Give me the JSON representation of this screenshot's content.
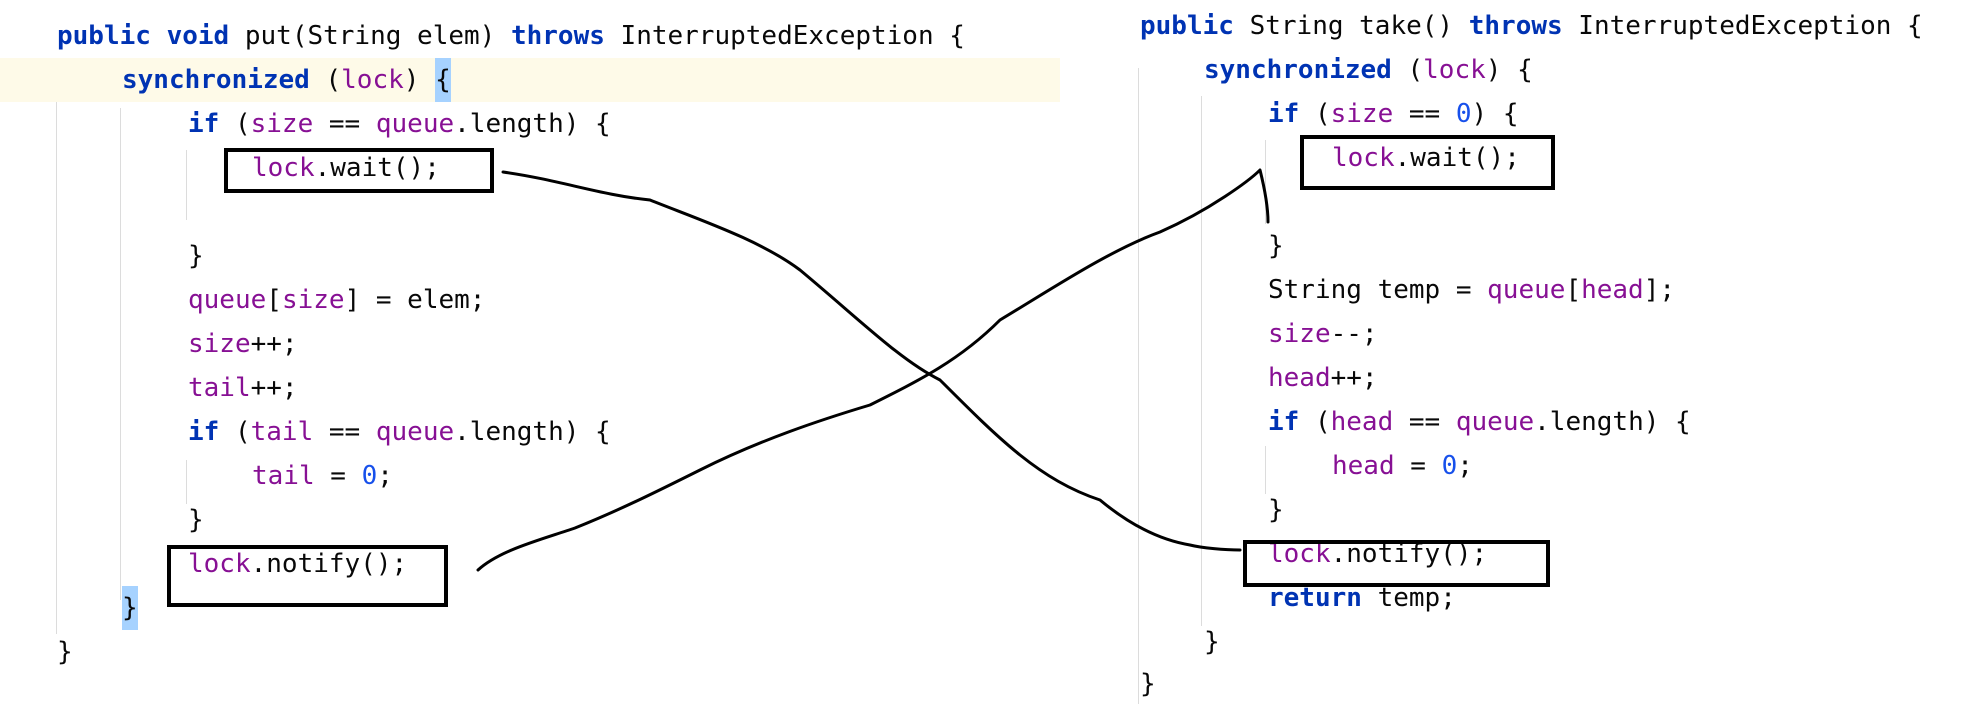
{
  "editor": {
    "colors": {
      "keyword": "#0033b3",
      "field": "#871094",
      "number": "#1750eb",
      "text": "#080808",
      "current_line": "#fefae8",
      "brace_match": "#a6d2ff"
    },
    "left_method": {
      "lines": [
        {
          "tokens": [
            {
              "t": "public",
              "k": "kw"
            },
            {
              "t": " ",
              "k": "plain"
            },
            {
              "t": "void",
              "k": "kw"
            },
            {
              "t": " put(String elem) ",
              "k": "plain"
            },
            {
              "t": "throws",
              "k": "kw"
            },
            {
              "t": " InterruptedException {",
              "k": "plain"
            }
          ]
        },
        {
          "tokens": [
            {
              "t": "synchronized",
              "k": "kw"
            },
            {
              "t": " (",
              "k": "plain"
            },
            {
              "t": "lock",
              "k": "fld"
            },
            {
              "t": ") ",
              "k": "plain"
            },
            {
              "t": "{",
              "k": "brace"
            }
          ]
        },
        {
          "tokens": [
            {
              "t": "if",
              "k": "kw"
            },
            {
              "t": " (",
              "k": "plain"
            },
            {
              "t": "size",
              "k": "fld"
            },
            {
              "t": " == ",
              "k": "plain"
            },
            {
              "t": "queue",
              "k": "fld"
            },
            {
              "t": ".length) {",
              "k": "plain"
            }
          ]
        },
        {
          "tokens": [
            {
              "t": "lock",
              "k": "fld"
            },
            {
              "t": ".wait();",
              "k": "plain"
            }
          ]
        },
        {
          "tokens": []
        },
        {
          "tokens": [
            {
              "t": "}",
              "k": "plain"
            }
          ]
        },
        {
          "tokens": [
            {
              "t": "queue",
              "k": "fld"
            },
            {
              "t": "[",
              "k": "plain"
            },
            {
              "t": "size",
              "k": "fld"
            },
            {
              "t": "] = elem;",
              "k": "plain"
            }
          ]
        },
        {
          "tokens": [
            {
              "t": "size",
              "k": "fld"
            },
            {
              "t": "++;",
              "k": "plain"
            }
          ]
        },
        {
          "tokens": [
            {
              "t": "tail",
              "k": "fld"
            },
            {
              "t": "++;",
              "k": "plain"
            }
          ]
        },
        {
          "tokens": [
            {
              "t": "if",
              "k": "kw"
            },
            {
              "t": " (",
              "k": "plain"
            },
            {
              "t": "tail",
              "k": "fld"
            },
            {
              "t": " == ",
              "k": "plain"
            },
            {
              "t": "queue",
              "k": "fld"
            },
            {
              "t": ".length) {",
              "k": "plain"
            }
          ]
        },
        {
          "tokens": [
            {
              "t": "tail",
              "k": "fld"
            },
            {
              "t": " = ",
              "k": "plain"
            },
            {
              "t": "0",
              "k": "num"
            },
            {
              "t": ";",
              "k": "plain"
            }
          ]
        },
        {
          "tokens": [
            {
              "t": "}",
              "k": "plain"
            }
          ]
        },
        {
          "tokens": [
            {
              "t": "lock",
              "k": "fld"
            },
            {
              "t": ".notify();",
              "k": "plain"
            }
          ]
        },
        {
          "tokens": [
            {
              "t": "}",
              "k": "brace"
            }
          ]
        },
        {
          "tokens": [
            {
              "t": "}",
              "k": "plain"
            }
          ]
        }
      ]
    },
    "right_method": {
      "lines": [
        {
          "tokens": [
            {
              "t": "public",
              "k": "kw"
            },
            {
              "t": " String take() ",
              "k": "plain"
            },
            {
              "t": "throws",
              "k": "kw"
            },
            {
              "t": " InterruptedException {",
              "k": "plain"
            }
          ]
        },
        {
          "tokens": [
            {
              "t": "synchronized",
              "k": "kw"
            },
            {
              "t": " (",
              "k": "plain"
            },
            {
              "t": "lock",
              "k": "fld"
            },
            {
              "t": ") {",
              "k": "plain"
            }
          ]
        },
        {
          "tokens": [
            {
              "t": "if",
              "k": "kw"
            },
            {
              "t": " (",
              "k": "plain"
            },
            {
              "t": "size",
              "k": "fld"
            },
            {
              "t": " == ",
              "k": "plain"
            },
            {
              "t": "0",
              "k": "num"
            },
            {
              "t": ") {",
              "k": "plain"
            }
          ]
        },
        {
          "tokens": [
            {
              "t": "lock",
              "k": "fld"
            },
            {
              "t": ".wait();",
              "k": "plain"
            }
          ]
        },
        {
          "tokens": []
        },
        {
          "tokens": [
            {
              "t": "}",
              "k": "plain"
            }
          ]
        },
        {
          "tokens": [
            {
              "t": "String temp = ",
              "k": "plain"
            },
            {
              "t": "queue",
              "k": "fld"
            },
            {
              "t": "[",
              "k": "plain"
            },
            {
              "t": "head",
              "k": "fld"
            },
            {
              "t": "];",
              "k": "plain"
            }
          ]
        },
        {
          "tokens": [
            {
              "t": "size",
              "k": "fld"
            },
            {
              "t": "--;",
              "k": "plain"
            }
          ]
        },
        {
          "tokens": [
            {
              "t": "head",
              "k": "fld"
            },
            {
              "t": "++;",
              "k": "plain"
            }
          ]
        },
        {
          "tokens": [
            {
              "t": "if",
              "k": "kw"
            },
            {
              "t": " (",
              "k": "plain"
            },
            {
              "t": "head",
              "k": "fld"
            },
            {
              "t": " == ",
              "k": "plain"
            },
            {
              "t": "queue",
              "k": "fld"
            },
            {
              "t": ".length) {",
              "k": "plain"
            }
          ]
        },
        {
          "tokens": [
            {
              "t": "head",
              "k": "fld"
            },
            {
              "t": " = ",
              "k": "plain"
            },
            {
              "t": "0",
              "k": "num"
            },
            {
              "t": ";",
              "k": "plain"
            }
          ]
        },
        {
          "tokens": [
            {
              "t": "}",
              "k": "plain"
            }
          ]
        },
        {
          "tokens": [
            {
              "t": "lock",
              "k": "fld"
            },
            {
              "t": ".notify();",
              "k": "plain"
            }
          ]
        },
        {
          "tokens": [
            {
              "t": "return",
              "k": "kw"
            },
            {
              "t": " temp;",
              "k": "plain"
            }
          ]
        },
        {
          "tokens": [
            {
              "t": "}",
              "k": "plain"
            }
          ]
        },
        {
          "tokens": [
            {
              "t": "}",
              "k": "plain"
            }
          ]
        }
      ]
    }
  }
}
